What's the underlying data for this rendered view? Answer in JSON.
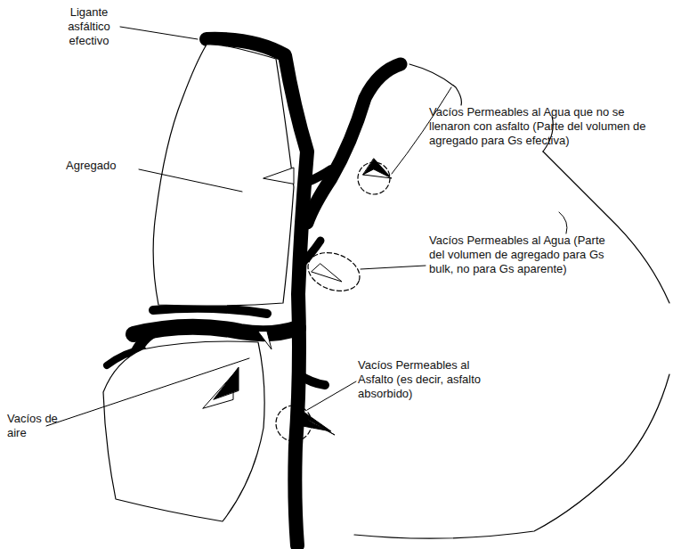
{
  "diagram": {
    "labels": [
      "Ligante asfáltico efectivo",
      "Agregado",
      "Vacíos de aire",
      "Vacíos Permeables al Agua que no se llenaron con asfalto (Parte del volumen de agregado para Gs efectiva)",
      "Vacíos Permeables al Agua (Parte del volumen de agregado para Gs bulk, no para Gs aparente)",
      "Vacíos Permeables al Asfalto (es decir, asfalto absorbido)"
    ]
  }
}
